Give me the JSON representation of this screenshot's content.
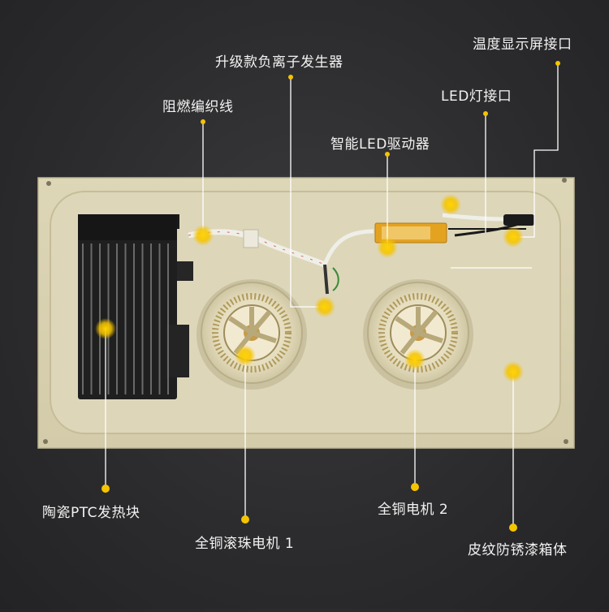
{
  "labels": {
    "temp_display_port": "温度显示屏接口",
    "negative_ion_generator": "升级款负离子发生器",
    "led_light_port": "LED灯接口",
    "flame_retardant_wire": "阻燃编织线",
    "smart_led_driver": "智能LED驱动器",
    "ceramic_ptc_block": "陶瓷PTC发热块",
    "copper_motor_2": "全铜电机 2",
    "copper_ball_motor_1": "全铜滚珠电机 1",
    "rustproof_case": "皮纹防锈漆箱体"
  },
  "colors": {
    "background": "#2b2b2d",
    "panel": "#d9d2b2",
    "callout_dot": "#f5c400",
    "leader_line": "#ffffff",
    "label_text": "#f2f2f2"
  }
}
